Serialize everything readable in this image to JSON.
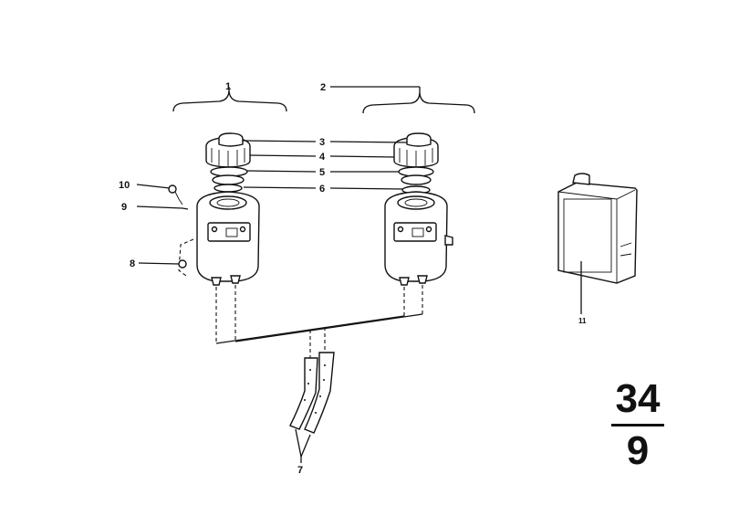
{
  "callouts": {
    "c1": "1",
    "c2": "2",
    "c3": "3",
    "c4": "4",
    "c5": "5",
    "c6": "6",
    "c7": "7",
    "c8": "8",
    "c9": "9",
    "c10": "10",
    "c11": "11"
  },
  "page_number": {
    "group": "34",
    "sheet": "9"
  }
}
